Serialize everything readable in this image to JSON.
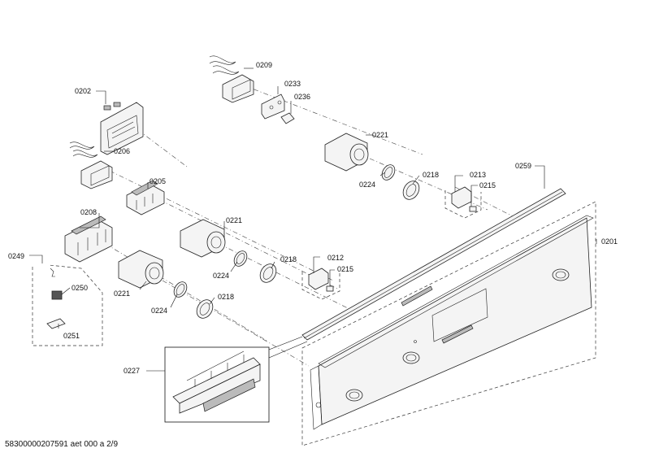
{
  "labels": {
    "p0201": "0201",
    "p0202": "0202",
    "p0205": "0205",
    "p0206": "0206",
    "p0208": "0208",
    "p0209": "0209",
    "p0212": "0212",
    "p0213": "0213",
    "p0215a": "0215",
    "p0215b": "0215",
    "p0218a": "0218",
    "p0218b": "0218",
    "p0218c": "0218",
    "p0221a": "0221",
    "p0221b": "0221",
    "p0221c": "0221",
    "p0224a": "0224",
    "p0224b": "0224",
    "p0224c": "0224",
    "p0227": "0227",
    "p0233": "0233",
    "p0236": "0236",
    "p0249": "0249",
    "p0250": "0250",
    "p0251": "0251",
    "p0259": "0259"
  },
  "footer": {
    "code": "58300000207591 aet 000 a 2/9"
  }
}
